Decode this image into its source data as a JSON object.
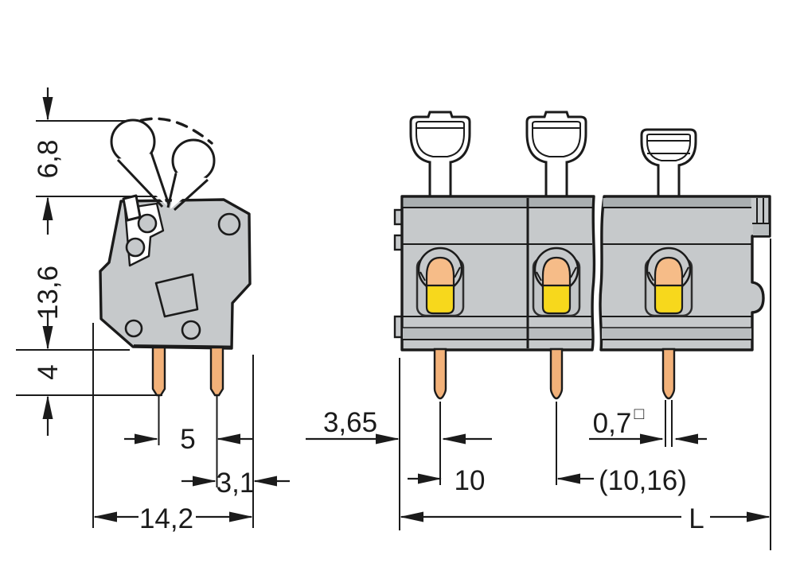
{
  "drawing": {
    "kind": "technical-dimensional-drawing",
    "subject": "pcb-terminal-block-with-push-buttons",
    "units": "mm"
  },
  "colors": {
    "background": "#ffffff",
    "outline": "#1b1b1b",
    "housing_gray": "#c6c9cb",
    "housing_dark_band": "#aaafb1",
    "housing_mid_band": "#b9bdbf",
    "solder_pin_copper": "#f2b179",
    "clamp_orange": "#f6bc88",
    "wire_yellow": "#f7d81c"
  },
  "views": {
    "side": {
      "name": "side-view",
      "dimensions": {
        "lever_travel": "6,8",
        "housing_height": "13,6",
        "pin_length": "4",
        "pin_spacing": "5",
        "pin_to_edge": "3,1",
        "overall_depth": "14,2"
      }
    },
    "front": {
      "name": "front-view-3-poles-with-break",
      "dimensions": {
        "edge_to_first_pin": "3,65",
        "pole_pitch": "10",
        "pole_pitch_alt": "(10,16)",
        "pin_width": "0,7",
        "pin_width_symbol": "□",
        "overall_length": "L"
      }
    }
  }
}
